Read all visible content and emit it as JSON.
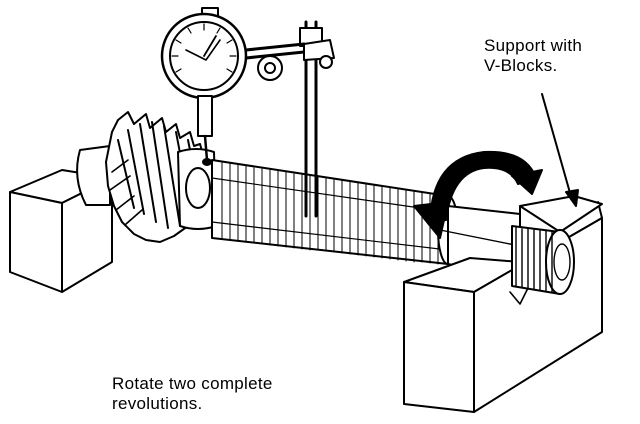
{
  "labels": {
    "support": [
      "Support with",
      "V-Blocks."
    ],
    "rotate": [
      "Rotate two complete",
      "revolutions."
    ]
  },
  "colors": {
    "ink": "#000000",
    "paper": "#ffffff"
  }
}
